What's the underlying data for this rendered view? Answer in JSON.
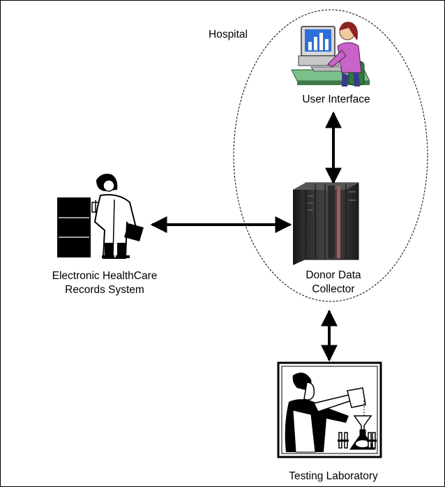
{
  "diagram": {
    "region_label": "Hospital",
    "nodes": {
      "user_interface": {
        "label": "User Interface",
        "icon": "computer-user-icon"
      },
      "donor_data_collector": {
        "label_line1": "Donor Data",
        "label_line2": "Collector",
        "icon": "server-rack-icon"
      },
      "ehr_system": {
        "label_line1": "Electronic HealthCare",
        "label_line2": "Records System",
        "icon": "doctor-filing-records-icon"
      },
      "testing_lab": {
        "label": "Testing Laboratory",
        "icon": "lab-scientist-icon"
      }
    },
    "edges": [
      {
        "from": "user_interface",
        "to": "donor_data_collector",
        "direction": "bidirectional"
      },
      {
        "from": "ehr_system",
        "to": "donor_data_collector",
        "direction": "bidirectional"
      },
      {
        "from": "donor_data_collector",
        "to": "testing_lab",
        "direction": "bidirectional"
      }
    ]
  }
}
